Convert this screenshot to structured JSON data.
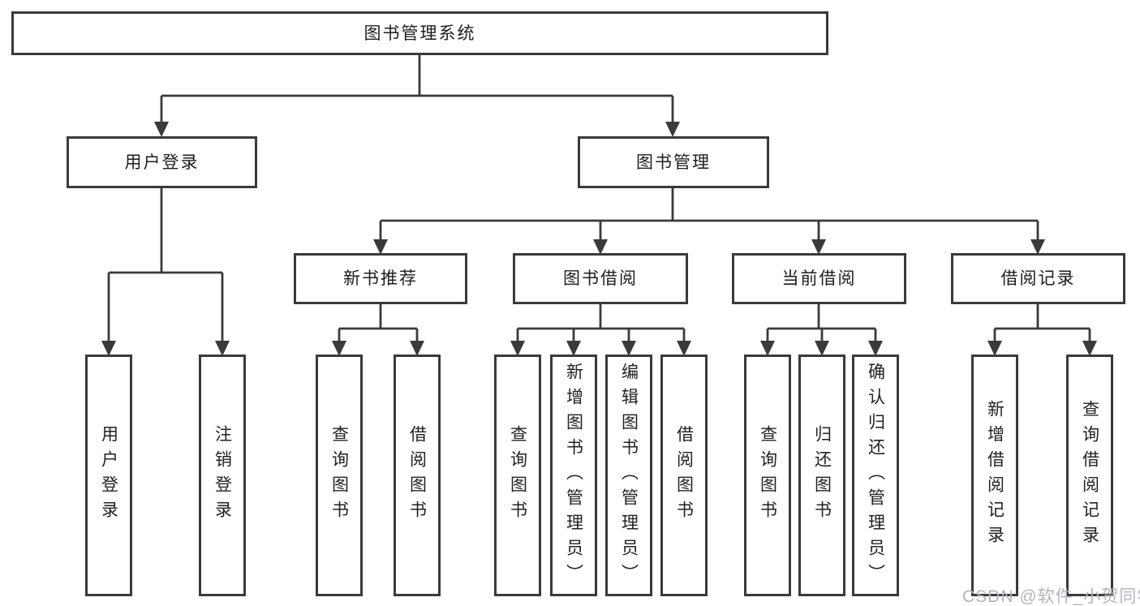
{
  "tree": {
    "label": "图书管理系统",
    "children": [
      {
        "label": "用户登录",
        "children": [
          {
            "label": "用户登录"
          },
          {
            "label": "注销登录"
          }
        ]
      },
      {
        "label": "图书管理",
        "children": [
          {
            "label": "新书推荐",
            "children": [
              {
                "label": "查询图书"
              },
              {
                "label": "借阅图书"
              }
            ]
          },
          {
            "label": "图书借阅",
            "children": [
              {
                "label": "查询图书"
              },
              {
                "label": "新增图书（管理员）"
              },
              {
                "label": "编辑图书（管理员）"
              },
              {
                "label": "借阅图书"
              }
            ]
          },
          {
            "label": "当前借阅",
            "children": [
              {
                "label": "查询图书"
              },
              {
                "label": "归还图书"
              },
              {
                "label": "确认归还（管理员）"
              }
            ]
          },
          {
            "label": "借阅记录",
            "children": [
              {
                "label": "新增借阅记录"
              },
              {
                "label": "查询借阅记录"
              }
            ]
          }
        ]
      }
    ]
  },
  "watermark": {
    "text": "CSDN @软件_小贺同学"
  },
  "colors": {
    "line": "#3a3a3a",
    "box_border": "#3a3a3a",
    "text": "#1d1d1f",
    "watermark": "#b2b5ba",
    "background": "#ffffff"
  }
}
